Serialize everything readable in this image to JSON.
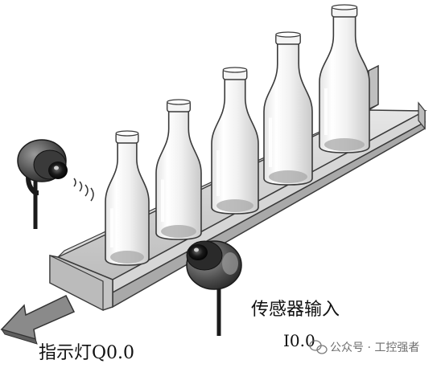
{
  "labels": {
    "indicator": "指示灯Q0.0",
    "sensor_line1": "传感器输入",
    "sensor_line2": "I0.0"
  },
  "watermark": {
    "text": "公众号 · 工控强者",
    "icon": "wechat-icon"
  },
  "bottle_count": 5,
  "colors": {
    "line": "#3a3a3a",
    "conveyor_fill": "#cfcfcf",
    "conveyor_shade": "#a9a9a9",
    "sensor_dark": "#2a2a2a",
    "arrow_fill": "#8a8a8a"
  }
}
